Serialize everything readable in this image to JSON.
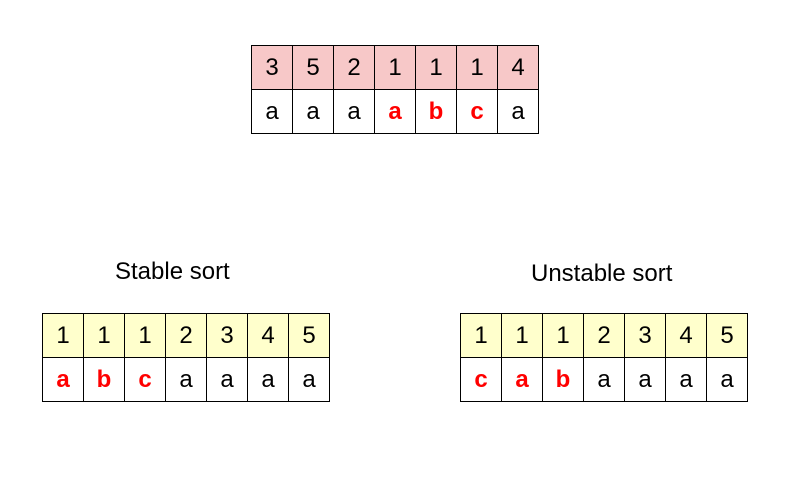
{
  "colors": {
    "original_header_bg": "#f7c8c8",
    "sorted_header_bg": "#ffffcc",
    "highlight_text": "#ff0000"
  },
  "original": {
    "keys": [
      "3",
      "5",
      "2",
      "1",
      "1",
      "1",
      "4"
    ],
    "labels": [
      "a",
      "a",
      "a",
      "a",
      "b",
      "c",
      "a"
    ],
    "highlighted": [
      false,
      false,
      false,
      true,
      true,
      true,
      false
    ]
  },
  "stable": {
    "caption": "Stable sort",
    "keys": [
      "1",
      "1",
      "1",
      "2",
      "3",
      "4",
      "5"
    ],
    "labels": [
      "a",
      "b",
      "c",
      "a",
      "a",
      "a",
      "a"
    ],
    "highlighted": [
      true,
      true,
      true,
      false,
      false,
      false,
      false
    ]
  },
  "unstable": {
    "caption": "Unstable sort",
    "keys": [
      "1",
      "1",
      "1",
      "2",
      "3",
      "4",
      "5"
    ],
    "labels": [
      "c",
      "a",
      "b",
      "a",
      "a",
      "a",
      "a"
    ],
    "highlighted": [
      true,
      true,
      true,
      false,
      false,
      false,
      false
    ]
  }
}
